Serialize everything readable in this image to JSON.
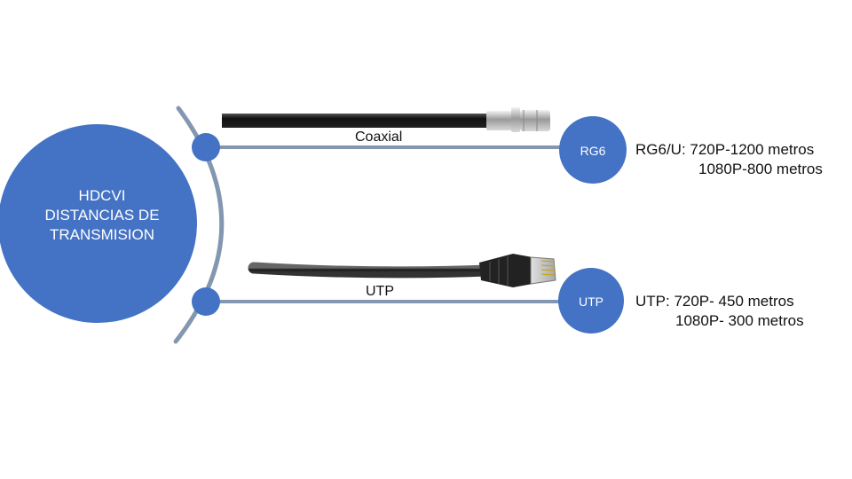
{
  "main": {
    "line1": "HDCVI",
    "line2": "DISTANCIAS  DE",
    "line3": "TRANSMISION"
  },
  "coax": {
    "cable_label": "Coaxial",
    "node_label": "RG6",
    "spec_line1": "RG6/U: 720P-1200 metros",
    "spec_line2": "1080P-800 metros"
  },
  "utp": {
    "cable_label": "UTP",
    "node_label": "UTP",
    "spec_line1": "UTP: 720P- 450 metros",
    "spec_line2": "1080P- 300 metros"
  },
  "colors": {
    "node_fill": "#4472c4",
    "line": "#8497b0",
    "text": "#111111"
  }
}
